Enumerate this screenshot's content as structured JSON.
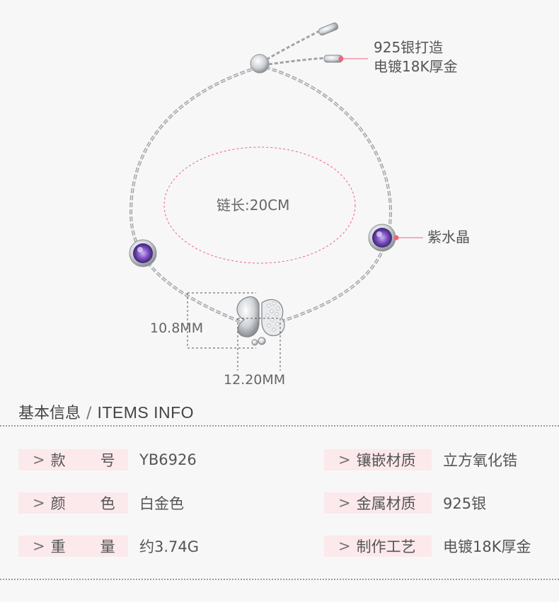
{
  "callouts": {
    "clasp_line1": "925银打造",
    "clasp_line2": "电镀18K厚金",
    "stone": "紫水晶",
    "chain_length": "链长:20CM",
    "pendant_height": "10.8MM",
    "pendant_width": "12.20MM"
  },
  "info_section": {
    "title_cn": "基本信息",
    "separator": "/",
    "title_en": "ITEMS INFO"
  },
  "specs_left": [
    {
      "label": "款",
      "label2": "号",
      "value": "YB6926"
    },
    {
      "label": "颜",
      "label2": "色",
      "value": "白金色"
    },
    {
      "label": "重",
      "label2": "量",
      "value": "约3.74G"
    }
  ],
  "specs_right": [
    {
      "label": "镶嵌材质",
      "value": "立方氧化锆"
    },
    {
      "label": "金属材质",
      "value": "925银"
    },
    {
      "label": "制作工艺",
      "value": "电镀18K厚金"
    }
  ],
  "chevron": ">",
  "colors": {
    "accent_pink": "#f0637c",
    "label_bg": "#fbe9ec",
    "amethyst": "#7a4fc0",
    "divider": "#8fa3a8"
  }
}
